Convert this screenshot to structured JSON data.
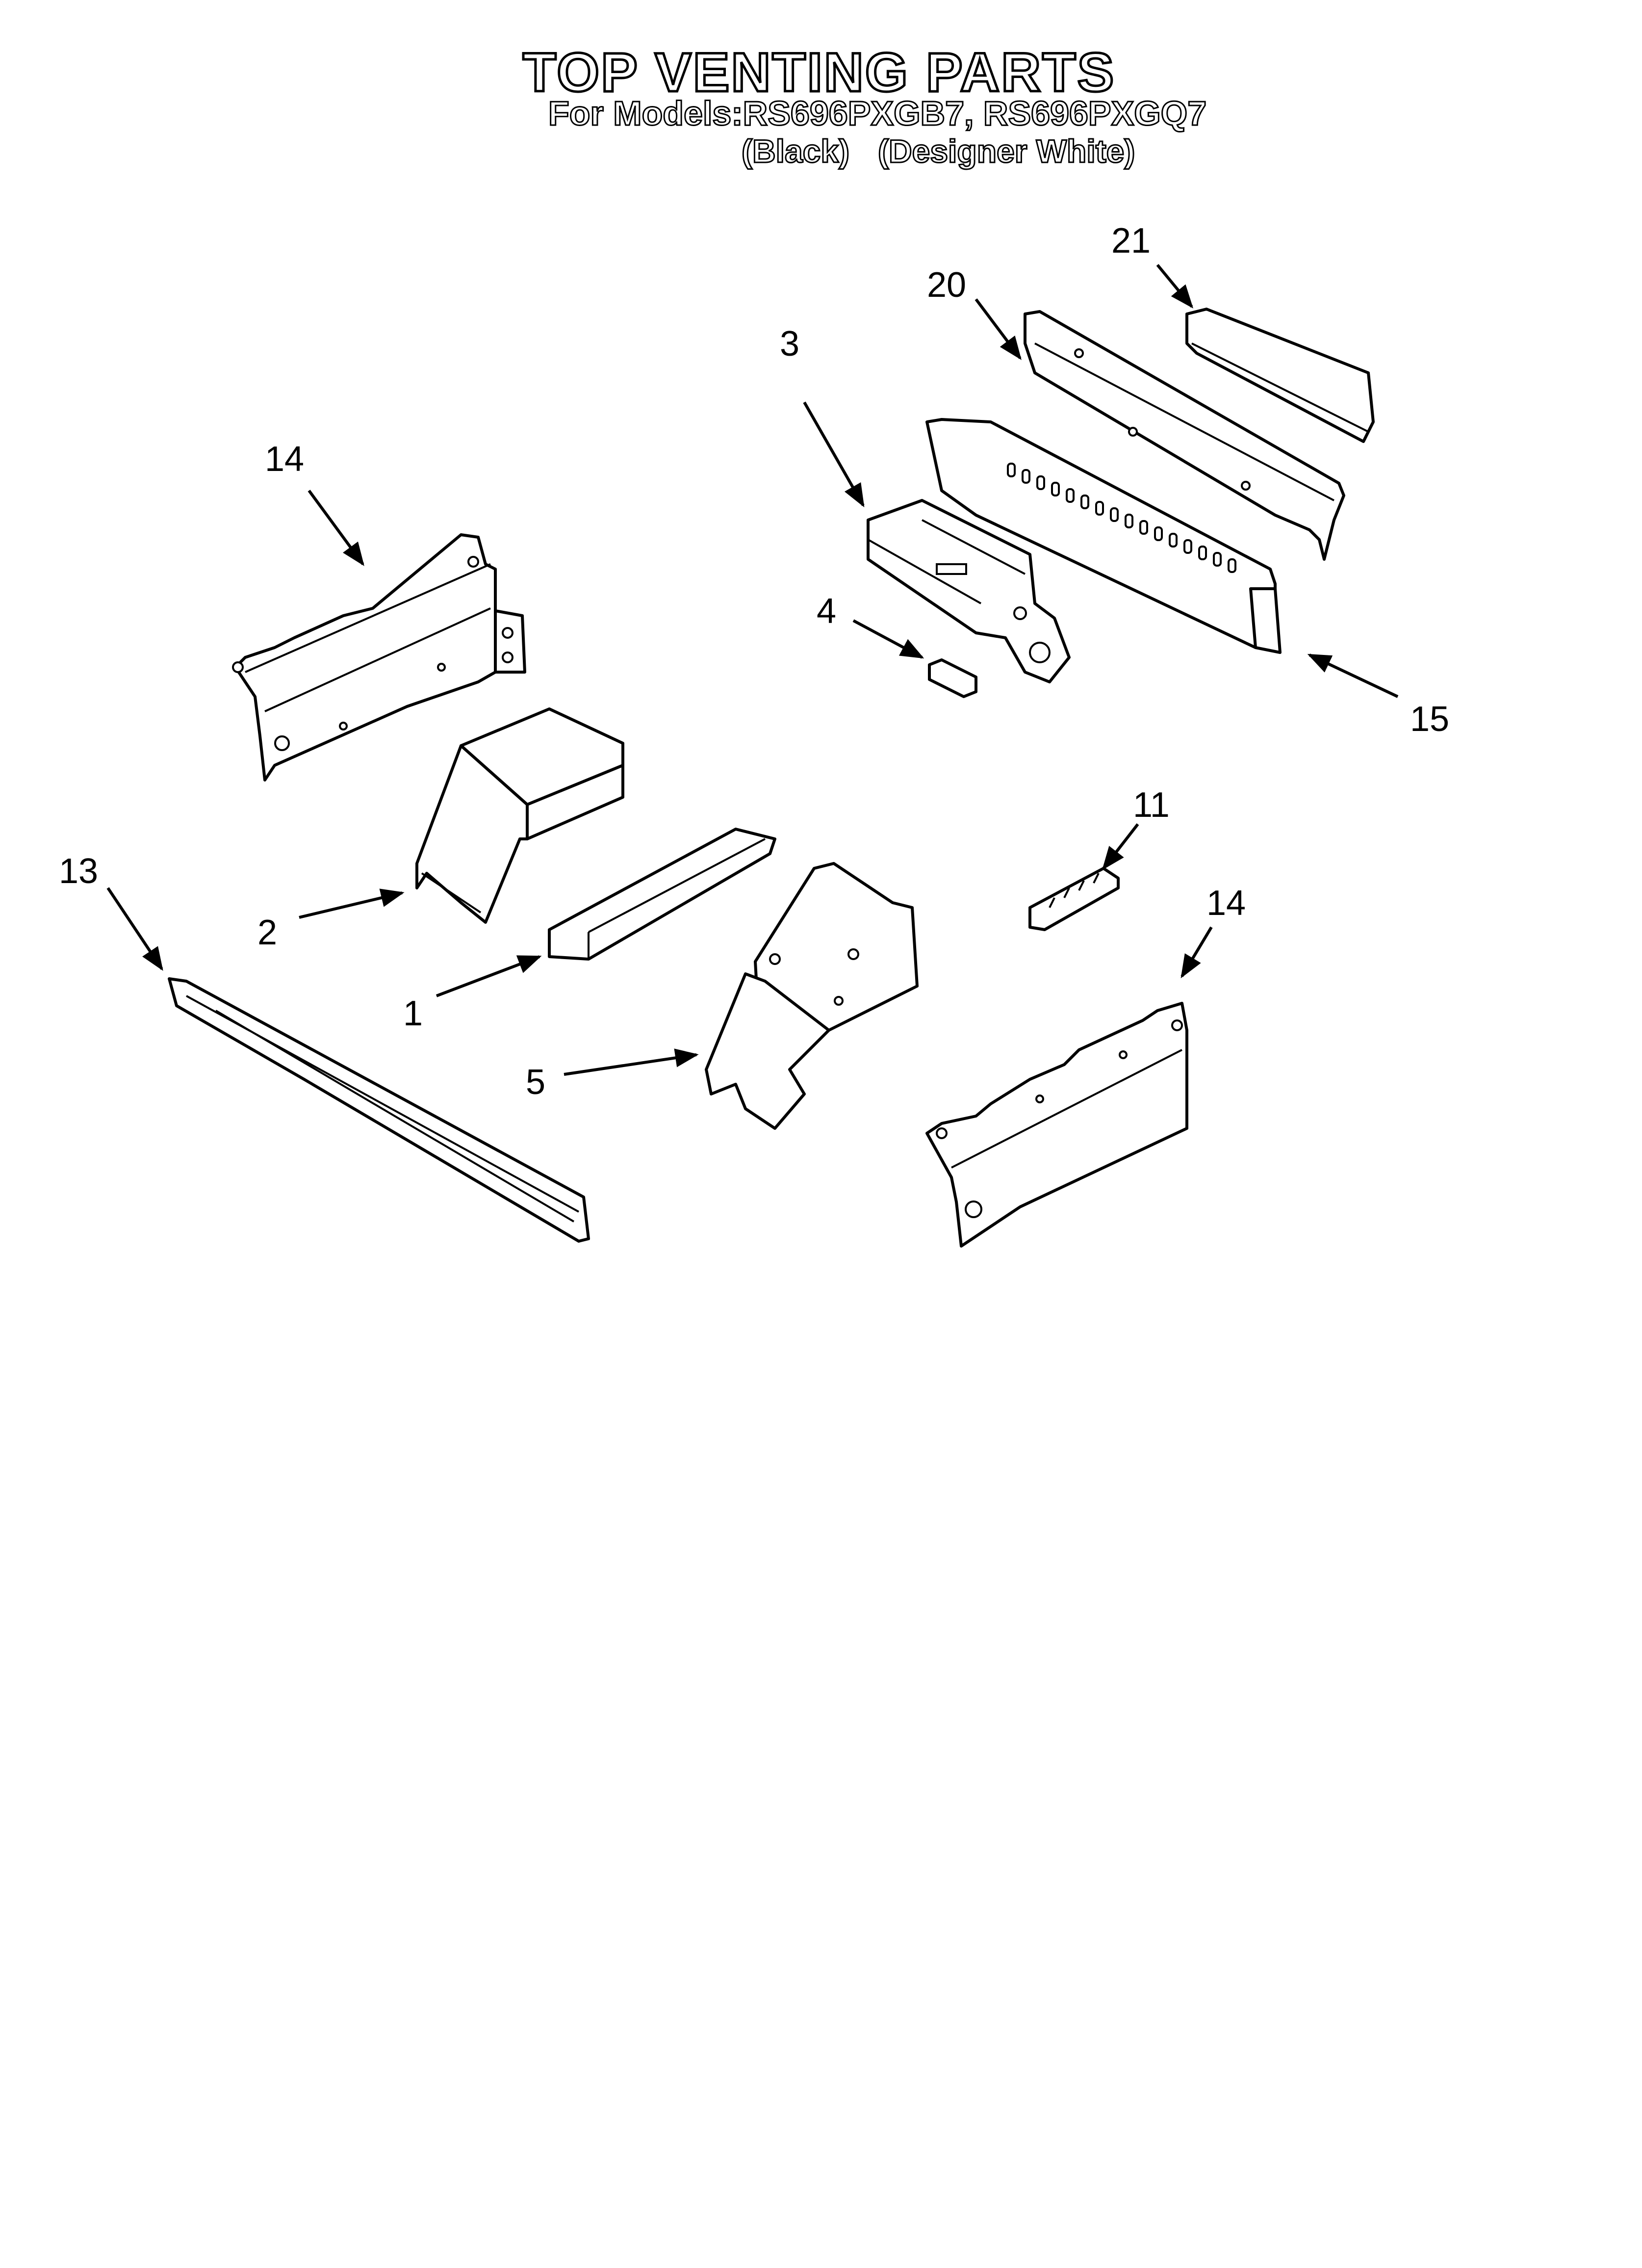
{
  "title": "TOP VENTING PARTS",
  "subtitle": "For Models:RS696PXGB7, RS696PXGQ7",
  "variants": {
    "black": "(Black)",
    "white": "(Designer White)"
  },
  "callouts": {
    "c1": "1",
    "c2": "2",
    "c3": "3",
    "c4": "4",
    "c5": "5",
    "c11": "11",
    "c13": "13",
    "c14a": "14",
    "c14b": "14",
    "c15": "15",
    "c20": "20",
    "c21": "21"
  }
}
